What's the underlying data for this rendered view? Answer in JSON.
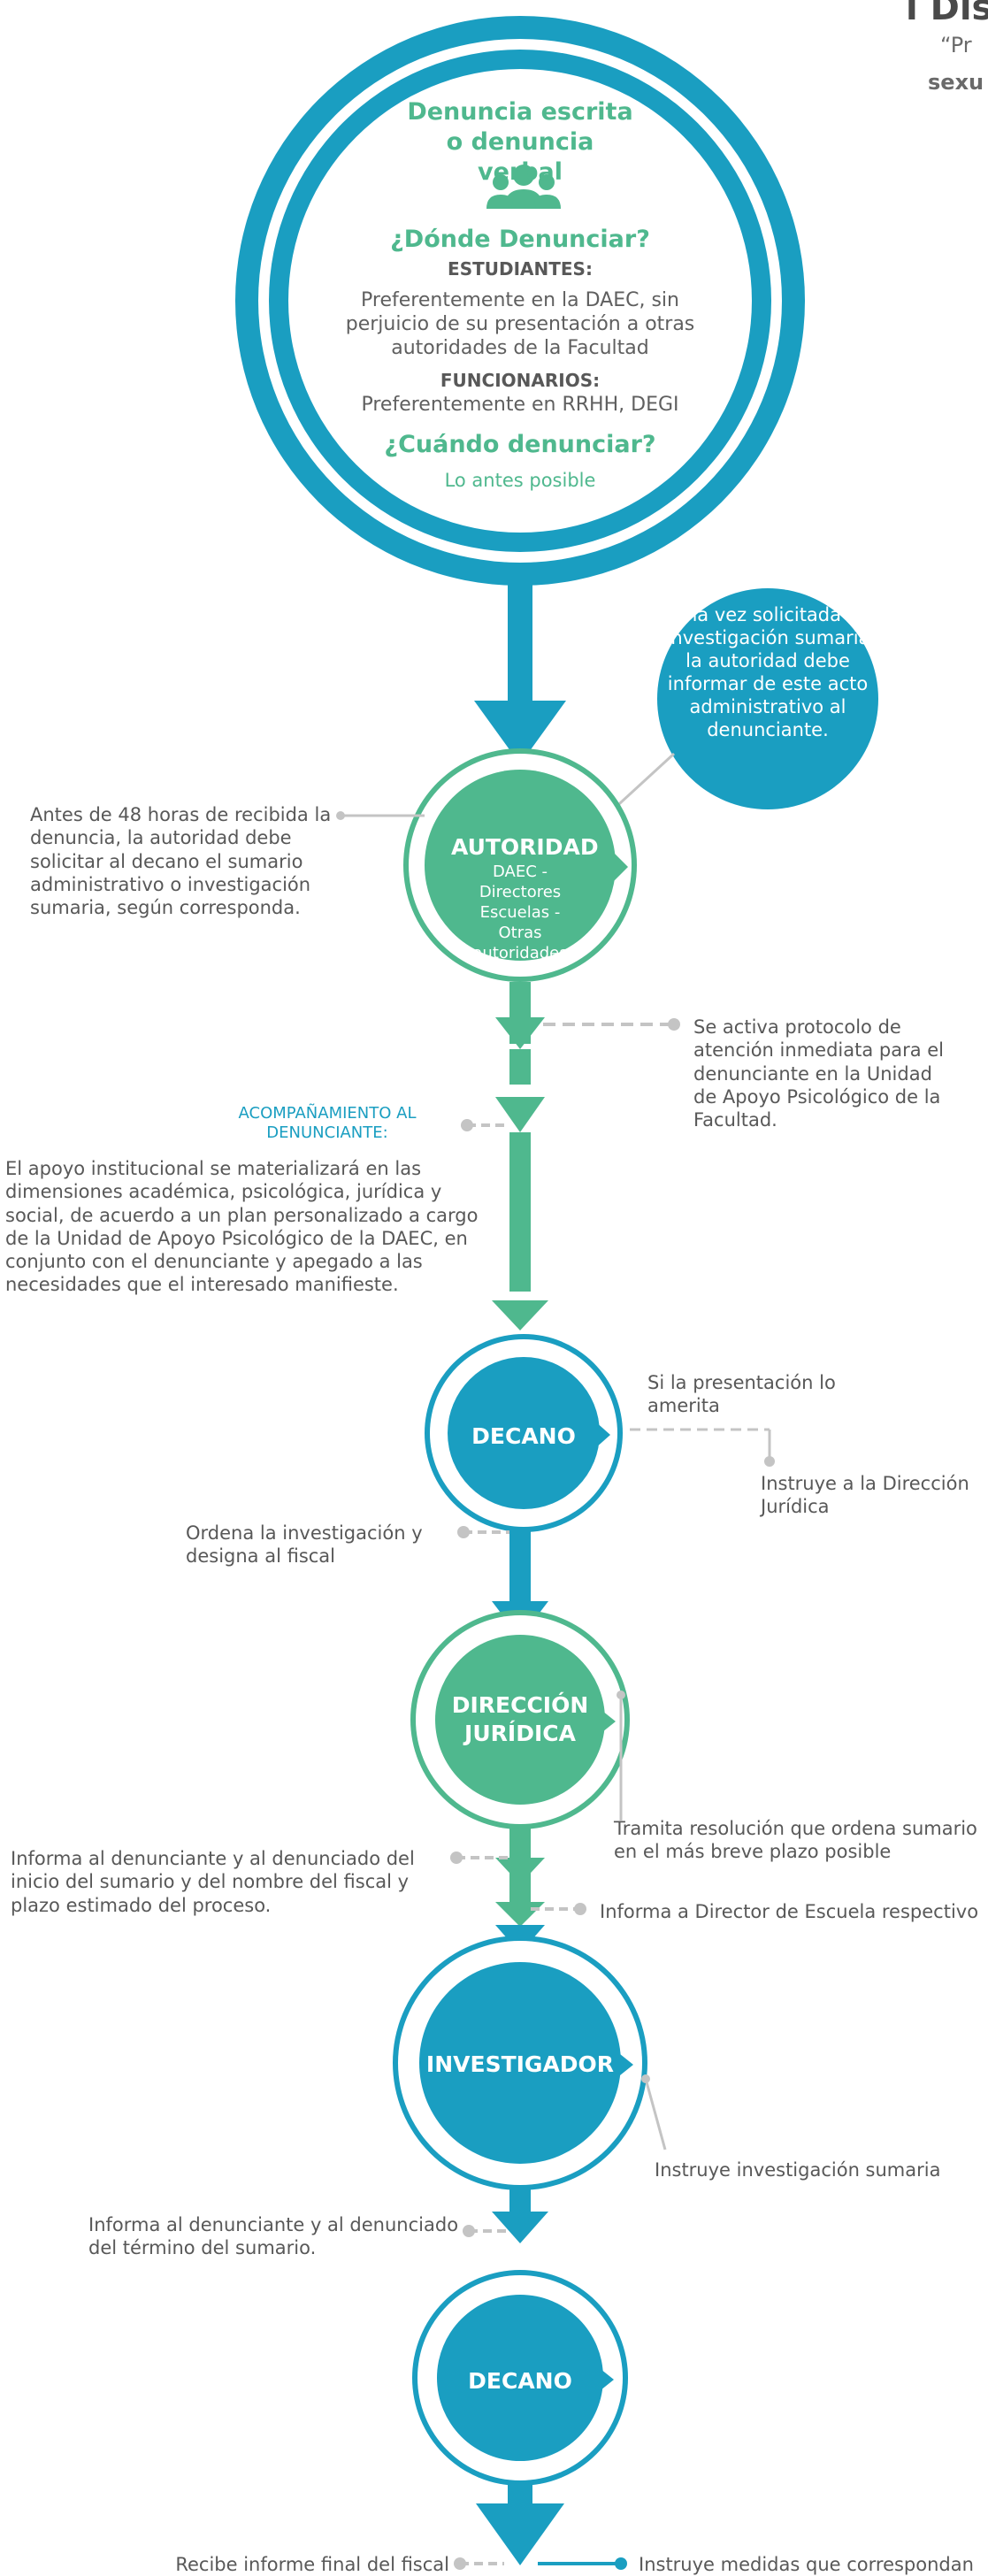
{
  "header": {
    "title_fragment": "l Dis",
    "subtitle_line1": "“Pr",
    "subtitle_line2": "sexu"
  },
  "top_circle": {
    "title": "Denuncia escrita o denuncia verbal",
    "where_heading": "¿Dónde Denunciar?",
    "students_label": "ESTUDIANTES:",
    "students_text": "Preferentemente en la DAEC, sin perjuicio de su presentación a otras autoridades de la Facultad",
    "staff_label": "FUNCIONARIOS:",
    "staff_text": "Preferentemente en RRHH, DEGI",
    "when_heading": "¿Cuándo denunciar?",
    "when_text": "Lo antes posible",
    "icon": "people-group-icon"
  },
  "info_bubble": {
    "text": "Una vez solicitada la investigación sumaria la autoridad debe informar de este acto administrativo al denunciante."
  },
  "nodes": {
    "autoridad": {
      "title": "AUTORIDAD",
      "subtitle": "DAEC - Directores Escuelas - Otras autoridades"
    },
    "decano1": {
      "title": "DECANO"
    },
    "juridica": {
      "title": "DIRECCIÓN JURÍDICA"
    },
    "investigador": {
      "title": "INVESTIGADOR"
    },
    "decano2": {
      "title": "DECANO"
    }
  },
  "notes": {
    "autoridad_left": "Antes de 48 horas de recibida la denuncia, la autoridad debe solicitar al decano el sumario administrativo o investigación sumaria, según corresponda.",
    "protocolo_right": "Se activa protocolo de atención inmediata para el denunciante en la Unidad de Apoyo Psicológico de la Facultad.",
    "acompanamiento_heading": "ACOMPAÑAMIENTO AL DENUNCIANTE:",
    "acompanamiento_text": "El apoyo institucional se materializará en las dimensiones académica, psicológica, jurídica y social, de acuerdo a un plan personalizado a cargo de la Unidad de Apoyo Psicológico de la DAEC, en conjunto con el denunciante y apegado a las necesidades que el interesado manifieste.",
    "presentacion": "Si la presentación lo amerita",
    "instruye_juridica": "Instruye a la Dirección Jurídica",
    "ordena": "Ordena la investigación y designa al fiscal",
    "tramita": "Tramita resolución que ordena sumario en el más breve plazo posible",
    "informa_inicio": "Informa al denunciante y al denunciado del inicio del sumario y del  nombre del fiscal y plazo estimado del proceso.",
    "informa_director": "Informa a Director de Escuela respectivo",
    "instruye_investigacion": "Instruye investigación sumaria",
    "informa_termino": "Informa al denunciante y al denunciado del término del sumario.",
    "recibe_informe": "Recibe informe final del fiscal",
    "instruye_medidas": "Instruye medidas que correspondan"
  },
  "colors": {
    "blue": "#1a9ec1",
    "green": "#4fb88e",
    "grey": "#c4c4c4",
    "text": "#585858"
  }
}
